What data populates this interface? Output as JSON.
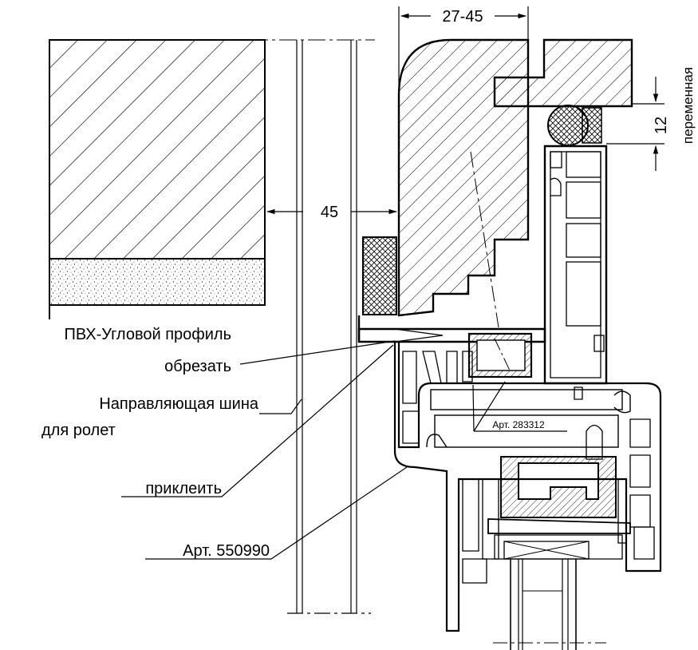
{
  "dimensions": {
    "top": "27-45",
    "middle": "45",
    "right_value": "12",
    "right_label": "переменная"
  },
  "labels": {
    "corner_profile": "ПВХ-Угловой профиль",
    "trim": "обрезать",
    "guide_rail_line1": "Направляющая шина",
    "guide_rail_line2": "для ролет",
    "glue": "приклеить",
    "art_550990": "Арт. 550990",
    "art_283312": "Арт. 283312"
  },
  "colors": {
    "line": "#000000",
    "background": "#ffffff"
  }
}
